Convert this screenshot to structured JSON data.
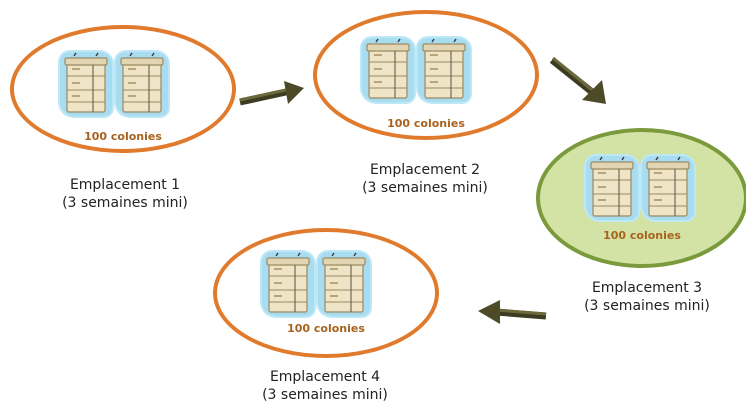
{
  "sites": [
    {
      "colonies": "100 colonies",
      "name": "Emplacement 1",
      "duration": "(3 semaines mini)"
    },
    {
      "colonies": "100 colonies",
      "name": "Emplacement 2",
      "duration": "(3 semaines mini)"
    },
    {
      "colonies": "100 colonies",
      "name": "Emplacement 3",
      "duration": "(3 semaines mini)"
    },
    {
      "colonies": "100 colonies",
      "name": "Emplacement 4",
      "duration": "(3 semaines mini)"
    }
  ],
  "colors": {
    "ellipse_border": "#e07a2c",
    "active_fill": "#d3e3a5",
    "active_border": "#7a9a3c",
    "arrow": "#5a5a2a",
    "hive_glow": "#a8dcf0"
  }
}
